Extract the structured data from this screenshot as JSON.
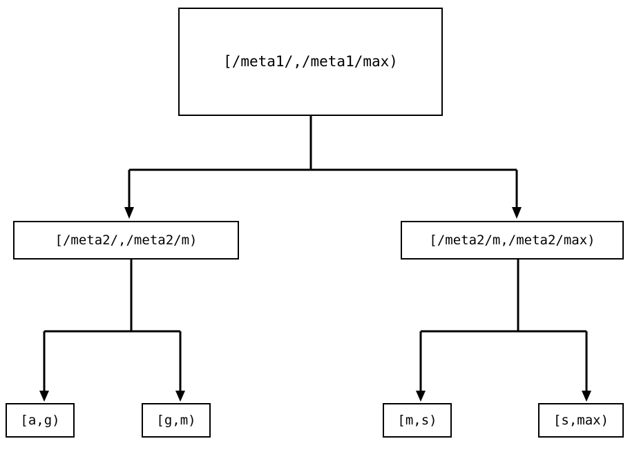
{
  "diagram": {
    "type": "binary-range-partition-tree",
    "orientation": "top-down",
    "stroke_color": "#000000",
    "background_color": "#ffffff",
    "node_fill": "#ffffff",
    "levels": 3,
    "nodes": {
      "root": {
        "id": "root",
        "label": "[/meta1/,/meta1/max)",
        "level": 0
      },
      "mid_left": {
        "id": "mid-left",
        "label": "[/meta2/,/meta2/m)",
        "level": 1
      },
      "mid_right": {
        "id": "mid-right",
        "label": "[/meta2/m,/meta2/max)",
        "level": 1
      },
      "leaf_1": {
        "id": "leaf-a-g",
        "label": "[a,g)",
        "level": 2
      },
      "leaf_2": {
        "id": "leaf-g-m",
        "label": "[g,m)",
        "level": 2
      },
      "leaf_3": {
        "id": "leaf-m-s",
        "label": "[m,s)",
        "level": 2
      },
      "leaf_4": {
        "id": "leaf-s-max",
        "label": "[s,max)",
        "level": 2
      }
    },
    "edges": [
      {
        "from": "root",
        "to": "mid_left",
        "arrow": "down-triangle"
      },
      {
        "from": "root",
        "to": "mid_right",
        "arrow": "down-triangle"
      },
      {
        "from": "mid_left",
        "to": "leaf_1",
        "arrow": "down-triangle"
      },
      {
        "from": "mid_left",
        "to": "leaf_2",
        "arrow": "down-triangle"
      },
      {
        "from": "mid_right",
        "to": "leaf_3",
        "arrow": "down-triangle"
      },
      {
        "from": "mid_right",
        "to": "leaf_4",
        "arrow": "down-triangle"
      }
    ]
  }
}
